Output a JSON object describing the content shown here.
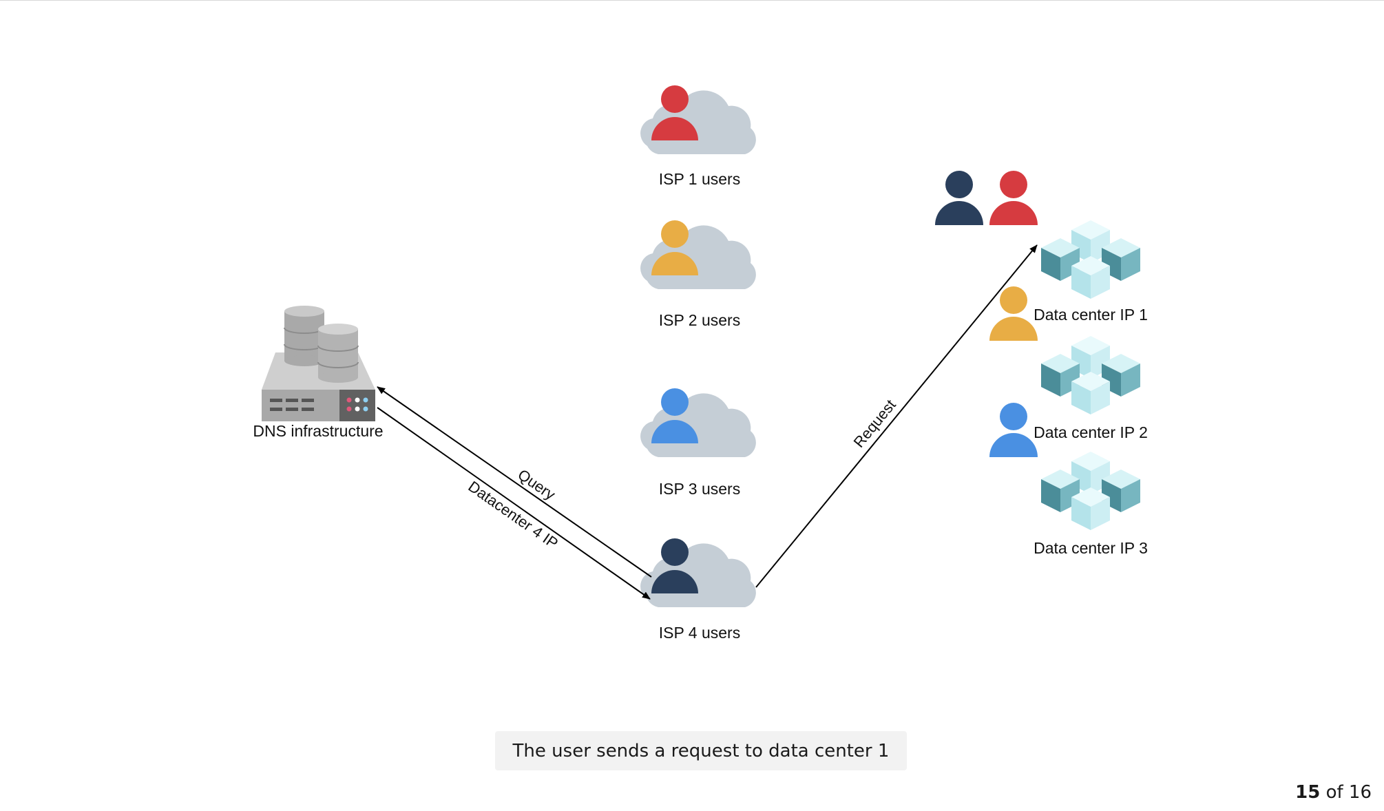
{
  "nodes": {
    "dns": {
      "label": "DNS infrastructure"
    },
    "isp1": {
      "label": "ISP 1 users"
    },
    "isp2": {
      "label": "ISP 2 users"
    },
    "isp3": {
      "label": "ISP 3 users"
    },
    "isp4": {
      "label": "ISP 4 users"
    },
    "dc1": {
      "label": "Data center IP 1"
    },
    "dc2": {
      "label": "Data center IP 2"
    },
    "dc3": {
      "label": "Data center IP 3"
    }
  },
  "edges": {
    "query": {
      "label": "Query"
    },
    "datacenter_ip": {
      "label": "Datacenter 4 IP"
    },
    "request": {
      "label": "Request"
    }
  },
  "colors": {
    "isp1": "#d63b40",
    "isp2": "#e8ad45",
    "isp3": "#4a90e2",
    "isp4": "#2a3f5c",
    "cloud": "#c5ced6",
    "cube_light": "#c8eef3",
    "cube_mid": "#6fb0bb",
    "cube_dark": "#3f7f8c"
  },
  "caption": "The user sends a request to data center 1",
  "pager": {
    "current": "15",
    "separator": "of",
    "total": "16"
  }
}
